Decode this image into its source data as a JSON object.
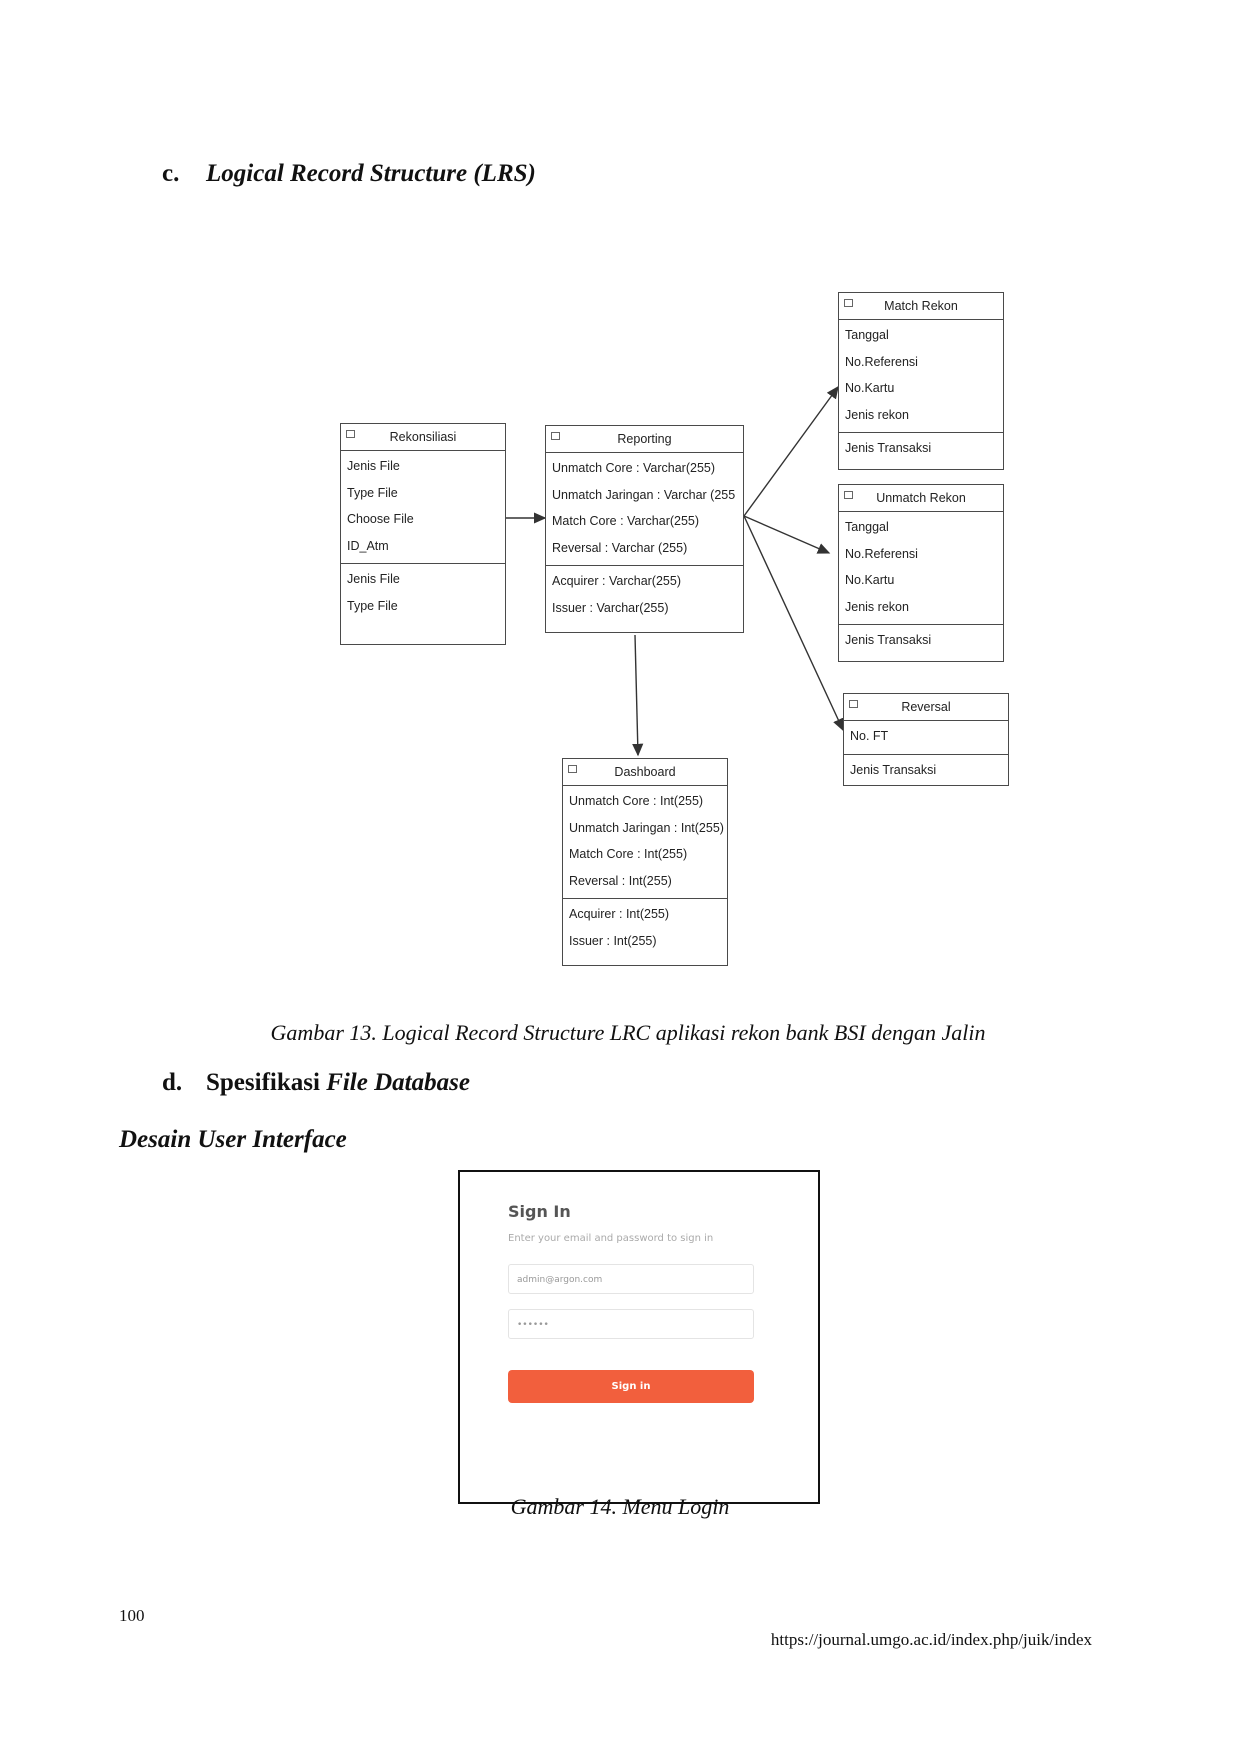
{
  "section_c": {
    "letter": "c.",
    "title": "Logical Record Structure (LRS)"
  },
  "erd": {
    "rekonsiliasi": {
      "title": "Rekonsiliasi",
      "fields": [
        "Jenis File",
        "Type File",
        "Choose File",
        "ID_Atm"
      ],
      "keys": [
        "Jenis File",
        "Type File"
      ]
    },
    "reporting": {
      "title": "Reporting",
      "fields": [
        "Unmatch Core : Varchar(255)",
        "Unmatch Jaringan : Varchar (255",
        "Match Core : Varchar(255)",
        "Reversal : Varchar (255)"
      ],
      "keys": [
        "Acquirer : Varchar(255)",
        "Issuer : Varchar(255)"
      ]
    },
    "dashboard": {
      "title": "Dashboard",
      "fields": [
        "Unmatch Core : Int(255)",
        "Unmatch Jaringan : Int(255)",
        "Match Core : Int(255)",
        "Reversal : Int(255)"
      ],
      "keys": [
        "Acquirer : Int(255)",
        "Issuer : Int(255)"
      ]
    },
    "match_rekon": {
      "title": "Match Rekon",
      "fields": [
        "Tanggal",
        "No.Referensi",
        "No.Kartu",
        "Jenis rekon"
      ],
      "keys": [
        "Jenis Transaksi"
      ]
    },
    "unmatch_rekon": {
      "title": "Unmatch Rekon",
      "fields": [
        "Tanggal",
        "No.Referensi",
        "No.Kartu",
        "Jenis rekon"
      ],
      "keys": [
        "Jenis Transaksi"
      ]
    },
    "reversal": {
      "title": "Reversal",
      "fields": [
        "No. FT"
      ],
      "keys": [
        "Jenis Transaksi"
      ]
    }
  },
  "caption_13": "Gambar 13. Logical Record Structure LRC aplikasi rekon bank BSI dengan Jalin",
  "section_d": {
    "letter": "d.",
    "title_plain": "Spesifikasi ",
    "title_italic": "File Database"
  },
  "subheading": "Desain User Interface",
  "login": {
    "title": "Sign In",
    "subtitle": "Enter your email and password to sign in",
    "email_value": "admin@argon.com",
    "password_value": "••••••",
    "button_label": "Sign in",
    "accent_color": "#f25f3d"
  },
  "caption_14": "Gambar 14. Menu Login",
  "page_number": "100",
  "journal_url": "https://journal.umgo.ac.id/index.php/juik/index"
}
